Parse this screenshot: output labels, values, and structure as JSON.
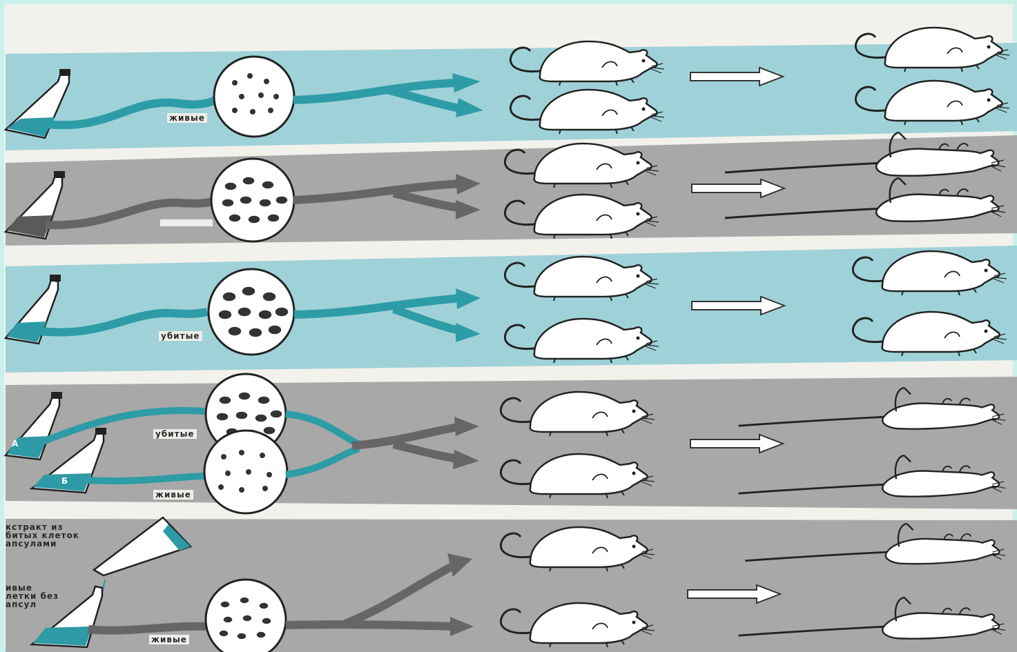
{
  "colors": {
    "teal_band": "#9fd2d8",
    "gray_band": "#a8a8a8",
    "teal_liquid": "#2d9aa5",
    "dark_liquid": "#5a5a5a",
    "arrow_teal": "#2e9ca6",
    "arrow_gray": "#666666",
    "background": "#f2f1ec",
    "outer_border": "#c8f0ec"
  },
  "rows": [
    {
      "id": "row-1-live-capsulated",
      "band": "teal",
      "label": "живые",
      "outcome": "alive"
    },
    {
      "id": "row-2-live-noncapsulated",
      "band": "gray",
      "label": "",
      "outcome": "dead"
    },
    {
      "id": "row-3-killed-capsulated",
      "band": "teal",
      "label": "убитые",
      "outcome": "alive"
    },
    {
      "id": "row-4-mixture",
      "band": "gray",
      "labels": {
        "top": "убитые",
        "bottom": "живые",
        "flask_a": "А",
        "flask_b": "Б"
      },
      "outcome": "dead"
    },
    {
      "id": "row-5-extract",
      "band": "gray",
      "extract_label": "кстракт из\nбитых клеток\nапсулами",
      "cells_label": "ивые\nлетки без\nапсул",
      "label": "живые",
      "outcome": "dead"
    }
  ],
  "icons": [
    "flask-icon",
    "petri-dish-icon",
    "mouse-alive-icon",
    "mouse-dead-icon",
    "arrow-right-icon"
  ]
}
